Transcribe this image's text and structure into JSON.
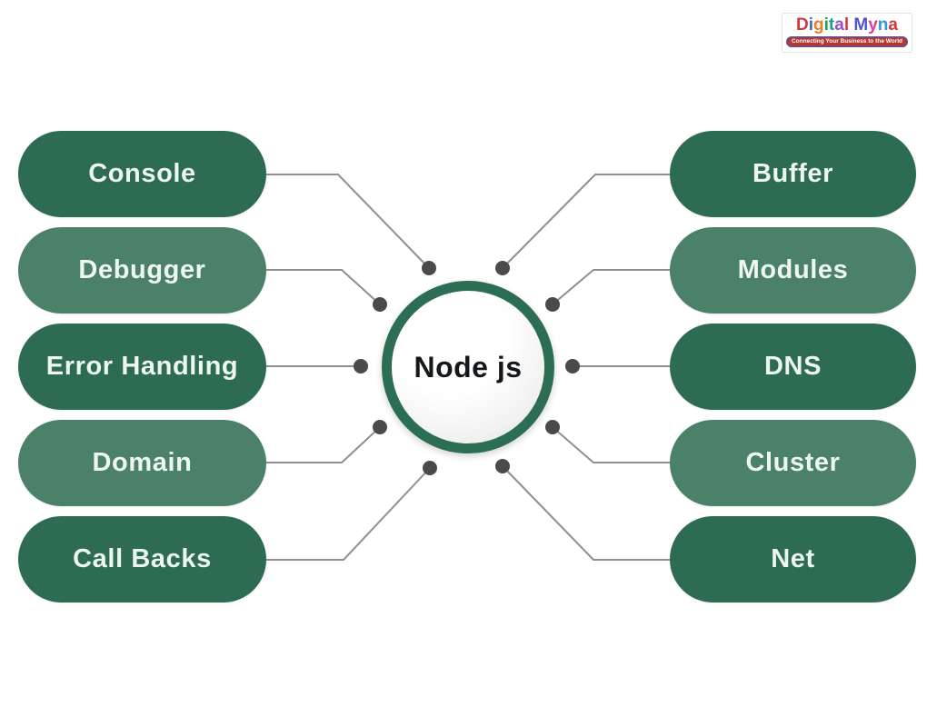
{
  "brand": {
    "letters": [
      {
        "ch": "D",
        "color": "#d7373b"
      },
      {
        "ch": "i",
        "color": "#2e6fc9"
      },
      {
        "ch": "g",
        "color": "#ee7d23"
      },
      {
        "ch": "i",
        "color": "#1fa24d"
      },
      {
        "ch": "t",
        "color": "#17a28b"
      },
      {
        "ch": "a",
        "color": "#8d52c6"
      },
      {
        "ch": "l",
        "color": "#d7373b"
      },
      {
        "ch": " ",
        "color": "#000000"
      },
      {
        "ch": "M",
        "color": "#5053c9"
      },
      {
        "ch": "y",
        "color": "#e23a9d"
      },
      {
        "ch": "n",
        "color": "#2e9ad6"
      },
      {
        "ch": "a",
        "color": "#d7373b"
      }
    ],
    "tagline": "Connecting Your Business to the World"
  },
  "center": {
    "label": "Node js"
  },
  "nodes": {
    "left": [
      {
        "label": "Console",
        "shade": "dark"
      },
      {
        "label": "Debugger",
        "shade": "light"
      },
      {
        "label": "Error Handling",
        "shade": "dark"
      },
      {
        "label": "Domain",
        "shade": "light"
      },
      {
        "label": "Call Backs",
        "shade": "dark"
      }
    ],
    "right": [
      {
        "label": "Buffer",
        "shade": "dark"
      },
      {
        "label": "Modules",
        "shade": "light"
      },
      {
        "label": "DNS",
        "shade": "dark"
      },
      {
        "label": "Cluster",
        "shade": "light"
      },
      {
        "label": "Net",
        "shade": "dark"
      }
    ]
  },
  "colors": {
    "pill_dark": "#2d6b53",
    "pill_light": "#4b8168",
    "pill_text": "#eef6f1",
    "ring": "#2b6e53",
    "line": "#8f8f8f",
    "dot": "#4a4a4a",
    "center_text": "#15181b",
    "background": "#ffffff",
    "tagline_bg": "#b5372f",
    "tagline_border": "#3a55c8"
  }
}
